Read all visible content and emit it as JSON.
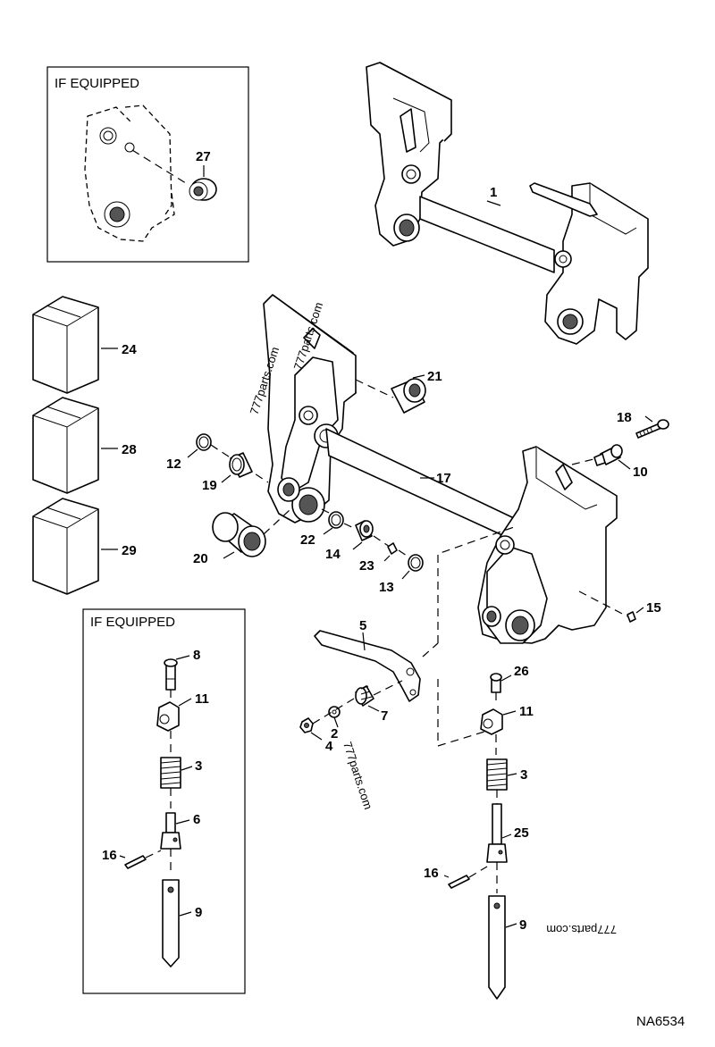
{
  "diagram_code": "NA6534",
  "insets": [
    {
      "id": "top",
      "caption": "IF EQUIPPED"
    },
    {
      "id": "bottom",
      "caption": "IF EQUIPPED"
    }
  ],
  "watermarks": [
    "777parts.com",
    "777parts.com",
    "777parts.com",
    "777parts.com"
  ],
  "callouts": [
    {
      "id": "c27",
      "text": "27"
    },
    {
      "id": "c1",
      "text": "1"
    },
    {
      "id": "c24",
      "text": "24"
    },
    {
      "id": "c28",
      "text": "28"
    },
    {
      "id": "c29",
      "text": "29"
    },
    {
      "id": "c21",
      "text": "21"
    },
    {
      "id": "c17",
      "text": "17"
    },
    {
      "id": "c18",
      "text": "18"
    },
    {
      "id": "c10",
      "text": "10"
    },
    {
      "id": "c12",
      "text": "12"
    },
    {
      "id": "c19",
      "text": "19"
    },
    {
      "id": "c20",
      "text": "20"
    },
    {
      "id": "c22",
      "text": "22"
    },
    {
      "id": "c14",
      "text": "14"
    },
    {
      "id": "c23",
      "text": "23"
    },
    {
      "id": "c13",
      "text": "13"
    },
    {
      "id": "c15",
      "text": "15"
    },
    {
      "id": "c5",
      "text": "5"
    },
    {
      "id": "c8",
      "text": "8"
    },
    {
      "id": "c11a",
      "text": "11"
    },
    {
      "id": "c3a",
      "text": "3"
    },
    {
      "id": "c6",
      "text": "6"
    },
    {
      "id": "c16a",
      "text": "16"
    },
    {
      "id": "c9a",
      "text": "9"
    },
    {
      "id": "c7",
      "text": "7"
    },
    {
      "id": "c2",
      "text": "2"
    },
    {
      "id": "c4",
      "text": "4"
    },
    {
      "id": "c26",
      "text": "26"
    },
    {
      "id": "c11b",
      "text": "11"
    },
    {
      "id": "c3b",
      "text": "3"
    },
    {
      "id": "c25",
      "text": "25"
    },
    {
      "id": "c16b",
      "text": "16"
    },
    {
      "id": "c9b",
      "text": "9"
    }
  ]
}
